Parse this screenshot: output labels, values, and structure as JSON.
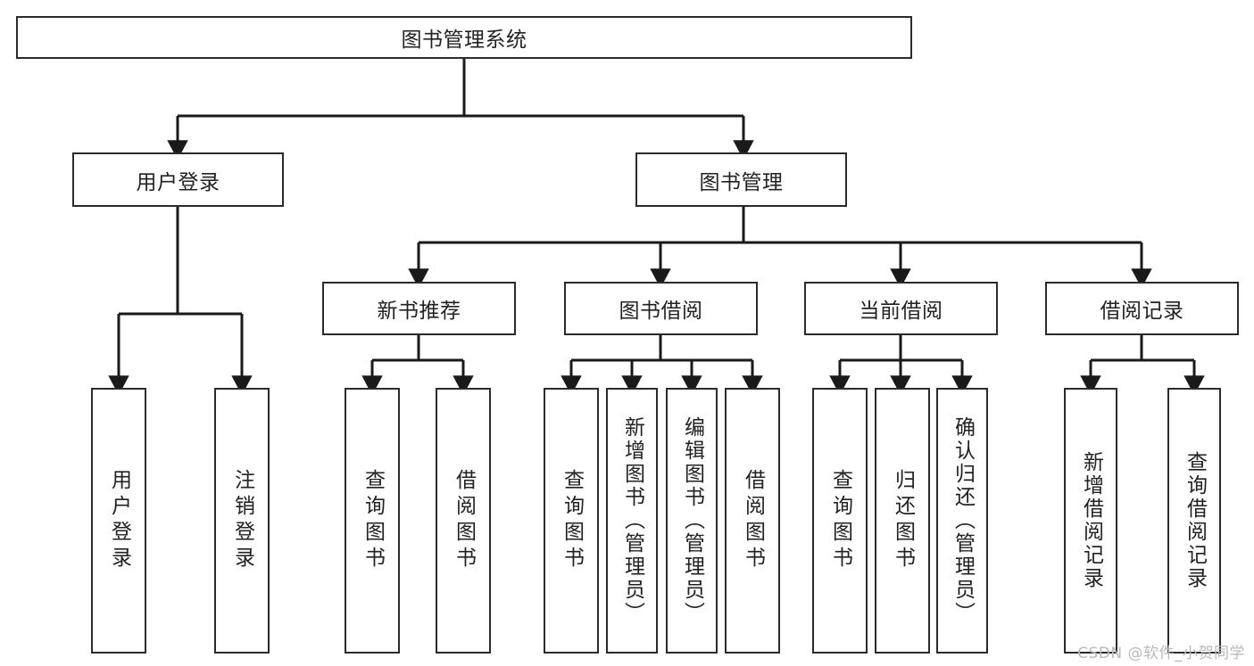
{
  "diagram": {
    "type": "tree-hierarchy-diagram",
    "title": "图书管理系统",
    "watermark": "CSDN @软件_小贺同学",
    "colors": {
      "box_border": "#2b2b2b",
      "box_fill": "#ffffff",
      "edge": "#1a1a1a",
      "text": "#222222",
      "watermark": "#b9b9b9",
      "background": "#ffffff"
    },
    "levels": {
      "level0": [
        "图书管理系统"
      ],
      "level1": [
        "用户登录",
        "图书管理"
      ],
      "level2": [
        "新书推荐",
        "图书借阅",
        "当前借阅",
        "借阅记录"
      ],
      "level3": [
        "用户登录",
        "注销登录",
        "查询图书",
        "借阅图书",
        "查询图书",
        "新增图书（管理员）",
        "编辑图书（管理员）",
        "借阅图书",
        "查询图书",
        "归还图书",
        "确认归还（管理员）",
        "新增借阅记录",
        "查询借阅记录"
      ]
    },
    "nodes": {
      "root": {
        "label": "图书管理系统"
      },
      "user_login": {
        "label": "用户登录"
      },
      "book_manage": {
        "label": "图书管理"
      },
      "new_book_rec": {
        "label": "新书推荐"
      },
      "book_borrow": {
        "label": "图书借阅"
      },
      "current_borrow": {
        "label": "当前借阅"
      },
      "borrow_record": {
        "label": "借阅记录"
      },
      "leaf_user_login": {
        "label": "用户登录"
      },
      "leaf_logout": {
        "label": "注销登录"
      },
      "leaf_query_book_1": {
        "label": "查询图书"
      },
      "leaf_borrow_book_1": {
        "label": "借阅图书"
      },
      "leaf_query_book_2": {
        "label": "查询图书"
      },
      "leaf_add_book_admin": {
        "label": "新增图书（管理员）"
      },
      "leaf_edit_book_admin": {
        "label": "编辑图书（管理员）"
      },
      "leaf_borrow_book_2": {
        "label": "借阅图书"
      },
      "leaf_query_book_3": {
        "label": "查询图书"
      },
      "leaf_return_book": {
        "label": "归还图书"
      },
      "leaf_confirm_return_admin": {
        "label": "确认归还（管理员）"
      },
      "leaf_add_record": {
        "label": "新增借阅记录"
      },
      "leaf_query_record": {
        "label": "查询借阅记录"
      }
    },
    "edges": [
      {
        "from": "root",
        "to": "user_login"
      },
      {
        "from": "root",
        "to": "book_manage"
      },
      {
        "from": "user_login",
        "to": "leaf_user_login"
      },
      {
        "from": "user_login",
        "to": "leaf_logout"
      },
      {
        "from": "book_manage",
        "to": "new_book_rec"
      },
      {
        "from": "book_manage",
        "to": "book_borrow"
      },
      {
        "from": "book_manage",
        "to": "current_borrow"
      },
      {
        "from": "book_manage",
        "to": "borrow_record"
      },
      {
        "from": "new_book_rec",
        "to": "leaf_query_book_1"
      },
      {
        "from": "new_book_rec",
        "to": "leaf_borrow_book_1"
      },
      {
        "from": "book_borrow",
        "to": "leaf_query_book_2"
      },
      {
        "from": "book_borrow",
        "to": "leaf_add_book_admin"
      },
      {
        "from": "book_borrow",
        "to": "leaf_edit_book_admin"
      },
      {
        "from": "book_borrow",
        "to": "leaf_borrow_book_2"
      },
      {
        "from": "current_borrow",
        "to": "leaf_query_book_3"
      },
      {
        "from": "current_borrow",
        "to": "leaf_return_book"
      },
      {
        "from": "current_borrow",
        "to": "leaf_confirm_return_admin"
      },
      {
        "from": "borrow_record",
        "to": "leaf_add_record"
      },
      {
        "from": "borrow_record",
        "to": "leaf_query_record"
      }
    ]
  }
}
